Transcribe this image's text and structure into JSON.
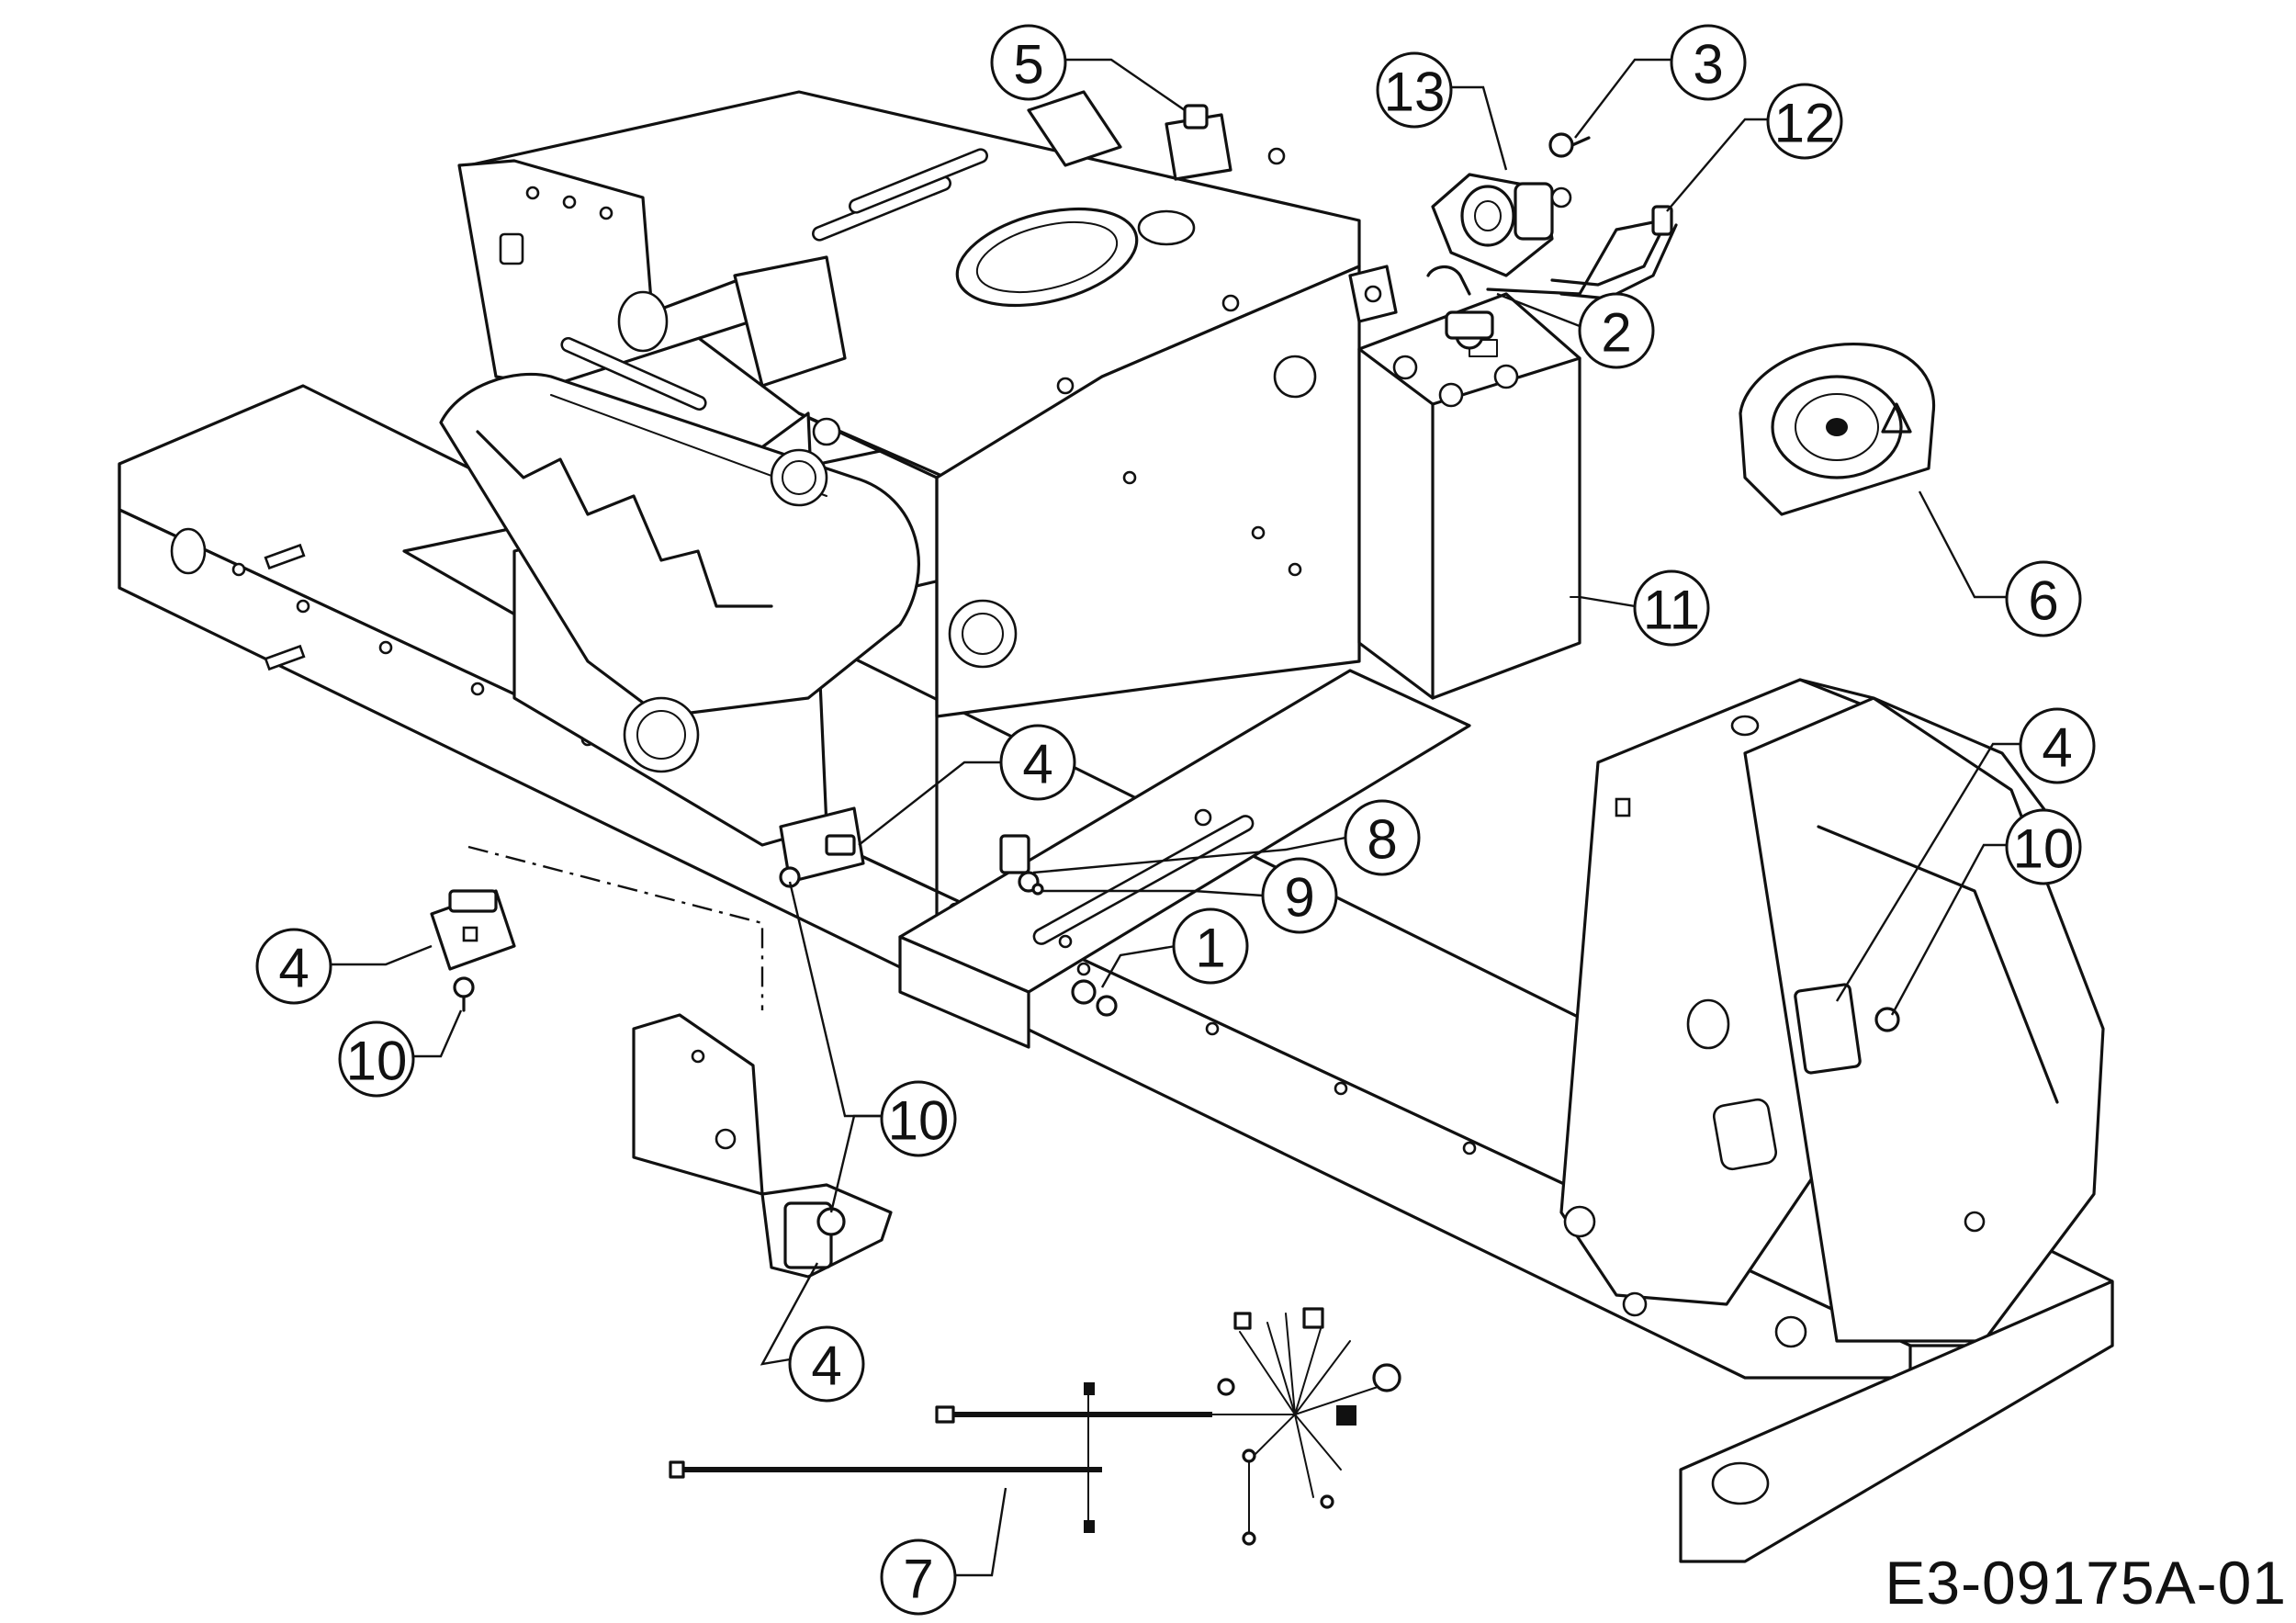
{
  "diagram": {
    "drawing_number": "E3-09175A-01",
    "callouts": [
      {
        "id": "c1",
        "label": "1"
      },
      {
        "id": "c2",
        "label": "2"
      },
      {
        "id": "c3",
        "label": "3"
      },
      {
        "id": "c4a",
        "label": "4"
      },
      {
        "id": "c4b",
        "label": "4"
      },
      {
        "id": "c4c",
        "label": "4"
      },
      {
        "id": "c4d",
        "label": "4"
      },
      {
        "id": "c5",
        "label": "5"
      },
      {
        "id": "c6",
        "label": "6"
      },
      {
        "id": "c7",
        "label": "7"
      },
      {
        "id": "c8",
        "label": "8"
      },
      {
        "id": "c9",
        "label": "9"
      },
      {
        "id": "c10a",
        "label": "10"
      },
      {
        "id": "c10b",
        "label": "10"
      },
      {
        "id": "c10c",
        "label": "10"
      },
      {
        "id": "c11",
        "label": "11"
      },
      {
        "id": "c12",
        "label": "12"
      },
      {
        "id": "c13",
        "label": "13"
      }
    ]
  }
}
